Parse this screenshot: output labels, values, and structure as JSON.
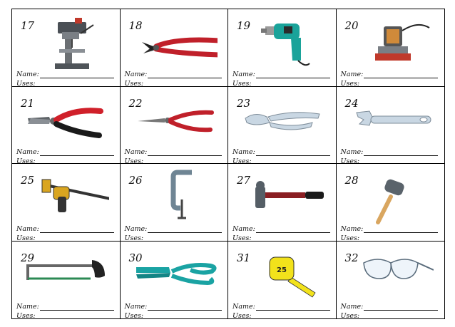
{
  "worksheet": {
    "name_label": "Name:",
    "uses_label": "Uses:",
    "tools": [
      {
        "number": "17",
        "icon": "drill-press-icon"
      },
      {
        "number": "18",
        "icon": "cutting-pliers-icon"
      },
      {
        "number": "19",
        "icon": "power-drill-icon"
      },
      {
        "number": "20",
        "icon": "orbital-sander-icon"
      },
      {
        "number": "21",
        "icon": "slip-joint-pliers-icon"
      },
      {
        "number": "22",
        "icon": "needle-nose-pliers-icon"
      },
      {
        "number": "23",
        "icon": "locking-pliers-icon"
      },
      {
        "number": "24",
        "icon": "adjustable-wrench-icon"
      },
      {
        "number": "25",
        "icon": "bar-clamp-icon"
      },
      {
        "number": "26",
        "icon": "c-clamp-icon"
      },
      {
        "number": "27",
        "icon": "ball-peen-hammer-icon"
      },
      {
        "number": "28",
        "icon": "rubber-mallet-icon"
      },
      {
        "number": "29",
        "icon": "hacksaw-icon"
      },
      {
        "number": "30",
        "icon": "tin-snips-icon"
      },
      {
        "number": "31",
        "icon": "tape-measure-icon"
      },
      {
        "number": "32",
        "icon": "safety-goggles-icon"
      }
    ],
    "tape_measure_mark": "25"
  }
}
